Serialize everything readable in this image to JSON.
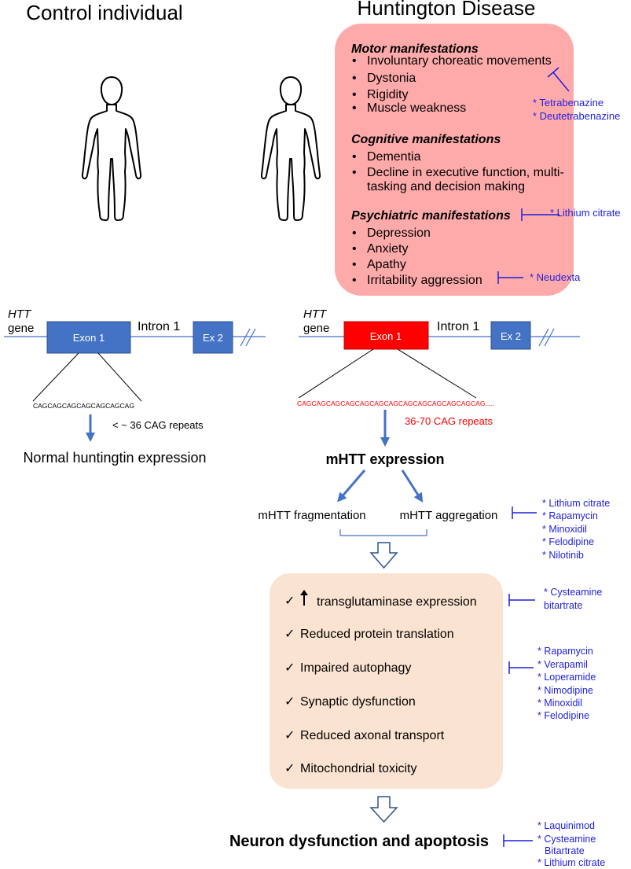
{
  "control": {
    "title": "Control individual",
    "gene_label_line1": "HTT",
    "gene_label_line2": "gene",
    "exon1": "Exon 1",
    "intron1": "Intron 1",
    "exon2": "Ex 2",
    "sequence": "CAGCAGCAGCAGCAGCAGCAG",
    "repeats": "< ~ 36 CAG repeats",
    "outcome": "Normal huntingtin expression"
  },
  "hd": {
    "title": "Huntington Disease",
    "manifestations": {
      "motor": {
        "heading": "Motor manifestations",
        "items": [
          "Involuntary choreatic movements",
          "Dystonia",
          "Rigidity",
          "Muscle weakness"
        ]
      },
      "cognitive": {
        "heading": "Cognitive manifestations",
        "items": [
          "Dementia",
          "Decline in executive function, multi-",
          "tasking and decision making"
        ]
      },
      "psychiatric": {
        "heading": "Psychiatric manifestations",
        "items": [
          "Depression",
          "Anxiety",
          "Apathy",
          "Irritability aggression"
        ]
      }
    },
    "gene_label_line1": "HTT",
    "gene_label_line2": "gene",
    "exon1": "Exon 1",
    "intron1": "Intron 1",
    "exon2": "Ex 2",
    "sequence": "CAGCAGCAGCAGCAGCAGCAGCAGCAGCAGCAGCAGCAG.....",
    "repeats": "36-70 CAG repeats",
    "expression": "mHTT expression",
    "fragmentation": "mHTT fragmentation",
    "aggregation": "mHTT aggregation",
    "effects": {
      "transglutaminase": "transglutaminase expression",
      "translation": "Reduced protein translation",
      "autophagy": "Impaired autophagy",
      "synaptic": "Synaptic dysfunction",
      "axonal": "Reduced axonal transport",
      "mito": "Mitochondrial toxicity"
    },
    "outcome": "Neuron dysfunction and apoptosis"
  },
  "drugs": {
    "motor": [
      "* Tetrabenazine",
      "* Deutetrabenazine"
    ],
    "psychiatric": [
      "* Lithium citrate"
    ],
    "irritability": [
      "* Neudexta"
    ],
    "aggregation": [
      "* Lithium citrate",
      "* Rapamycin",
      "* Minoxidil",
      "* Felodipine",
      "* Nilotinib"
    ],
    "transglutaminase": [
      "* Cysteamine",
      "bitartrate"
    ],
    "autophagy": [
      "* Rapamycin",
      "* Verapamil",
      "* Loperamide",
      "* Nimodipine",
      "* Minoxidil",
      "* Felodipine"
    ],
    "apoptosis": [
      "* Laquinimod",
      "* Cysteamine",
      "Bitartrate",
      "* Lithium citrate"
    ]
  },
  "colors": {
    "manifestation_box": "#ffaaaa",
    "effects_box": "#fbe3d2",
    "exon_control": "#4472c4",
    "exon_hd": "#ff0000",
    "drug_text": "#1f1fdc",
    "arrow": "#4472c4",
    "sequence_hd": "#ff0000"
  }
}
